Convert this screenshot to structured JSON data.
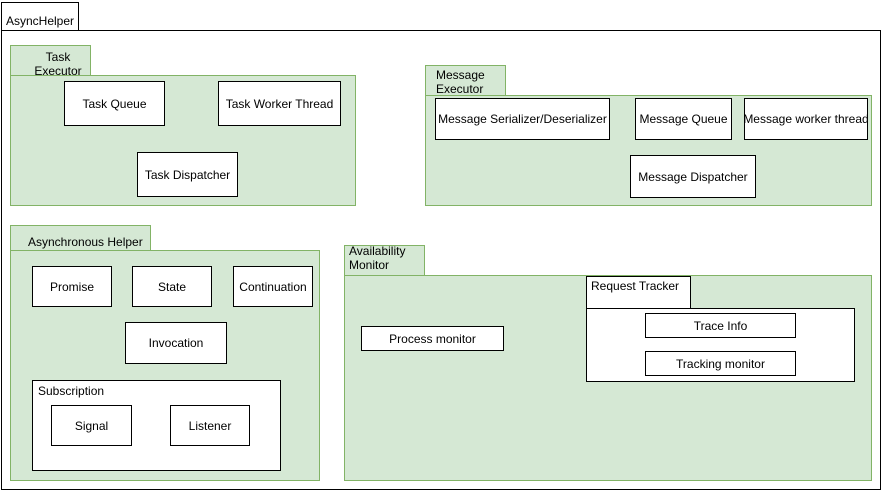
{
  "root": {
    "title": "AsyncHelper"
  },
  "task_executor": {
    "title": "Task Executor",
    "components": [
      "Task Queue",
      "Task Worker Thread",
      "Task Dispatcher"
    ]
  },
  "message_executor": {
    "title": "Message Executor",
    "components": [
      "Message Serializer/Deserializer",
      "Message Queue",
      "Message worker thread",
      "Message Dispatcher"
    ]
  },
  "asynchronous_helper": {
    "title": "Asynchronous Helper",
    "components": [
      "Promise",
      "State",
      "Continuation",
      "Invocation"
    ],
    "subscription": {
      "title": "Subscription",
      "components": [
        "Signal",
        "Listener"
      ]
    }
  },
  "availability_monitor": {
    "title": "Availability Monitor",
    "components": [
      "Process monitor"
    ],
    "request_tracker": {
      "title": "Request Tracker",
      "components": [
        "Trace Info",
        "Tracking monitor"
      ]
    }
  }
}
